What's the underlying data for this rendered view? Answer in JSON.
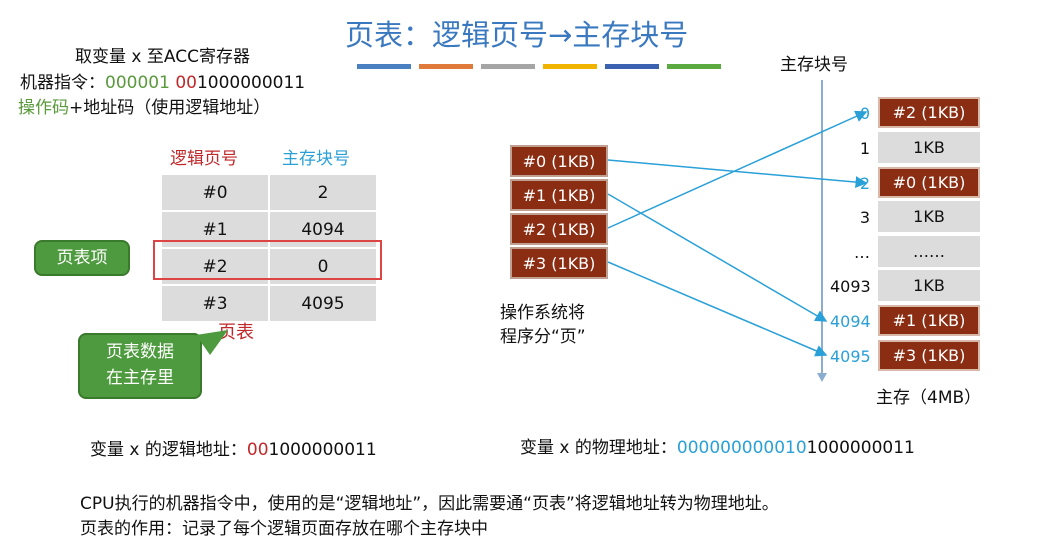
{
  "title": "页表：逻辑页号→主存块号",
  "colors": {
    "bars": [
      "#4a7fc1",
      "#e07a3a",
      "#a5a5a5",
      "#f0b400",
      "#3a62b0",
      "#5aaa40"
    ]
  },
  "instr": {
    "line1": "取变量 x 至ACC寄存器",
    "label": "机器指令：",
    "opcode": "000001",
    "addr_red": "00",
    "addr_rest": "1000000011",
    "line3_green": "操作码",
    "line3_rest": "+地址码（使用逻辑地址）"
  },
  "page_table": {
    "col1": "逻辑页号",
    "col2": "主存块号",
    "rows": [
      [
        "#0",
        "2"
      ],
      [
        "#1",
        "4094"
      ],
      [
        "#2",
        "0"
      ],
      [
        "#3",
        "4095"
      ]
    ],
    "caption": "页表"
  },
  "callouts": {
    "entry": "页表项",
    "data1": "页表数据",
    "data2": "在主存里"
  },
  "pages": [
    "#0 (1KB)",
    "#1 (1KB)",
    "#2 (1KB)",
    "#3 (1KB)"
  ],
  "os_note": [
    "操作系统将",
    "程序分“页”"
  ],
  "memory": {
    "header": "主存块号",
    "labels": [
      "0",
      "1",
      "2",
      "3",
      "…",
      "4093",
      "4094",
      "4095"
    ],
    "cells": [
      "#2 (1KB)",
      "1KB",
      "#0 (1KB)",
      "1KB",
      "……",
      "1KB",
      "#1 (1KB)",
      "#3 (1KB)"
    ],
    "caption": "主存（4MB）"
  },
  "logical": {
    "label": "变量 x 的逻辑地址：",
    "red": "00",
    "rest": "1000000011"
  },
  "physical": {
    "label": "变量 x 的物理地址：",
    "blue": "000000000010",
    "rest": "1000000011"
  },
  "notes": [
    "CPU执行的机器指令中，使用的是“逻辑地址”，因此需要通“页表”将逻辑地址转为物理地址。",
    "页表的作用：记录了每个逻辑页面存放在哪个主存块中"
  ]
}
